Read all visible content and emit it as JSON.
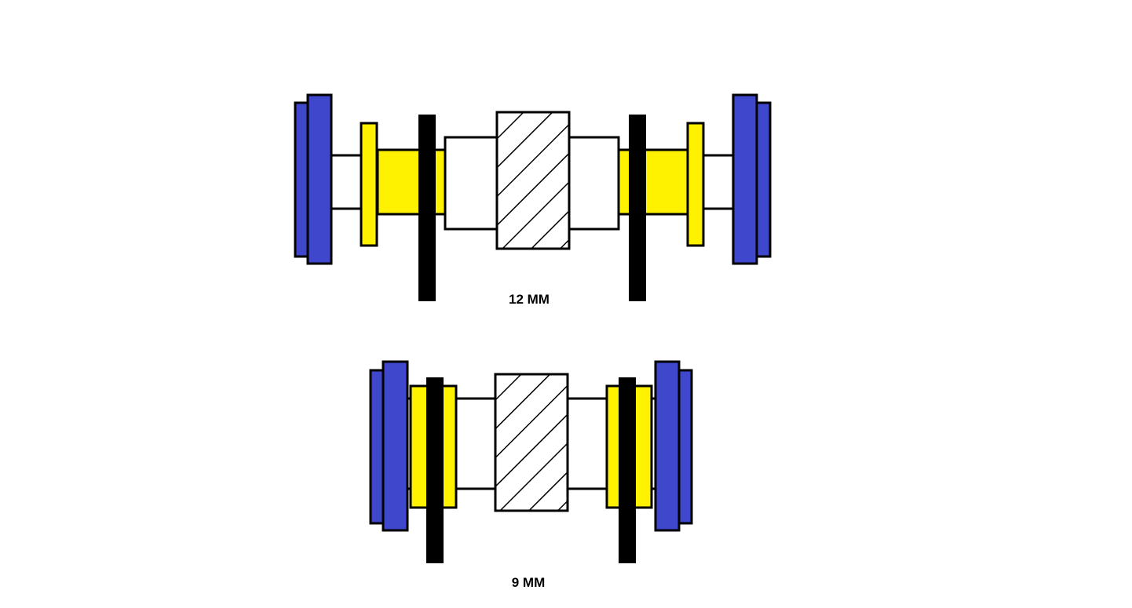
{
  "colors": {
    "wheel": "#3f48cc",
    "bearing": "#fff200",
    "frame": "#000000",
    "outline": "#000000",
    "background": "#ffffff"
  },
  "assemblies": [
    {
      "id": "assembly-12mm",
      "label": "12 MM"
    },
    {
      "id": "assembly-9mm",
      "label": "9 MM"
    }
  ]
}
